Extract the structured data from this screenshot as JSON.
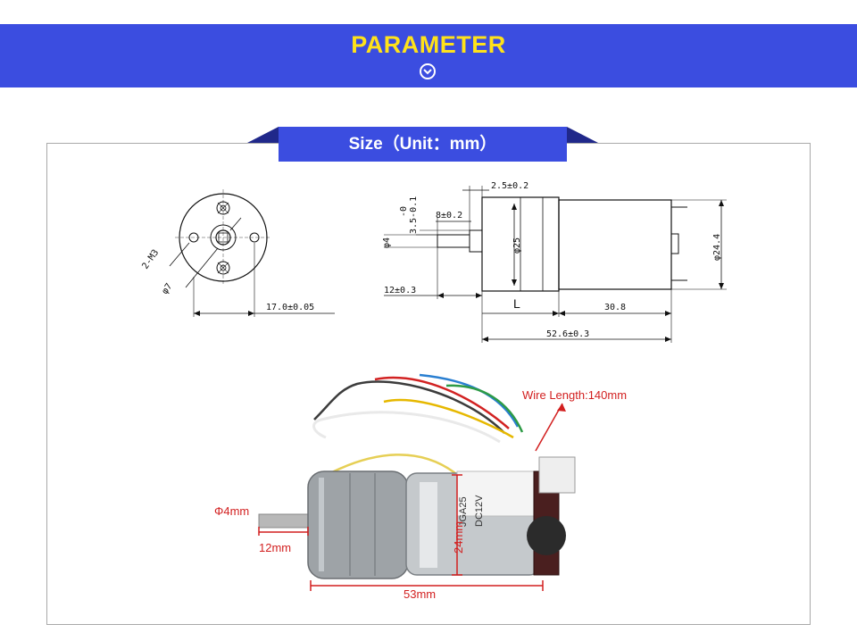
{
  "header": {
    "title": "PARAMETER",
    "arrow_icon": "chevron-down-circle-icon"
  },
  "section": {
    "tab_label": "Size（Unit：mm）"
  },
  "drawing": {
    "front_view": {
      "screw_label": "2-M3",
      "diameter_label": "φ7",
      "width_label": "17.0±0.05"
    },
    "side_view": {
      "flat_label": "2.5±0.2",
      "shaft_len_label": "8±0.2",
      "tolerance_upper": "-0",
      "tolerance_main": "3.5-0.1",
      "shaft_dia_label": "φ4",
      "gear_dia_label": "φ25",
      "motor_dia_label": "φ24.4",
      "shaft_total_label": "12±0.3",
      "l_label": "L",
      "motor_len_label": "30.8",
      "total_len_label": "52.6±0.3"
    }
  },
  "photo": {
    "wire_label": "Wire Length:140mm",
    "shaft_dia_label": "Φ4mm",
    "shaft_len_label": "12mm",
    "height_label": "24mm",
    "length_label": "53mm",
    "motor_text_1": "JGA25",
    "motor_text_2": "DC12V"
  },
  "colors": {
    "banner_blue": "#3b4de0",
    "title_yellow": "#ffe21a",
    "annotation_red": "#d21f1f"
  }
}
